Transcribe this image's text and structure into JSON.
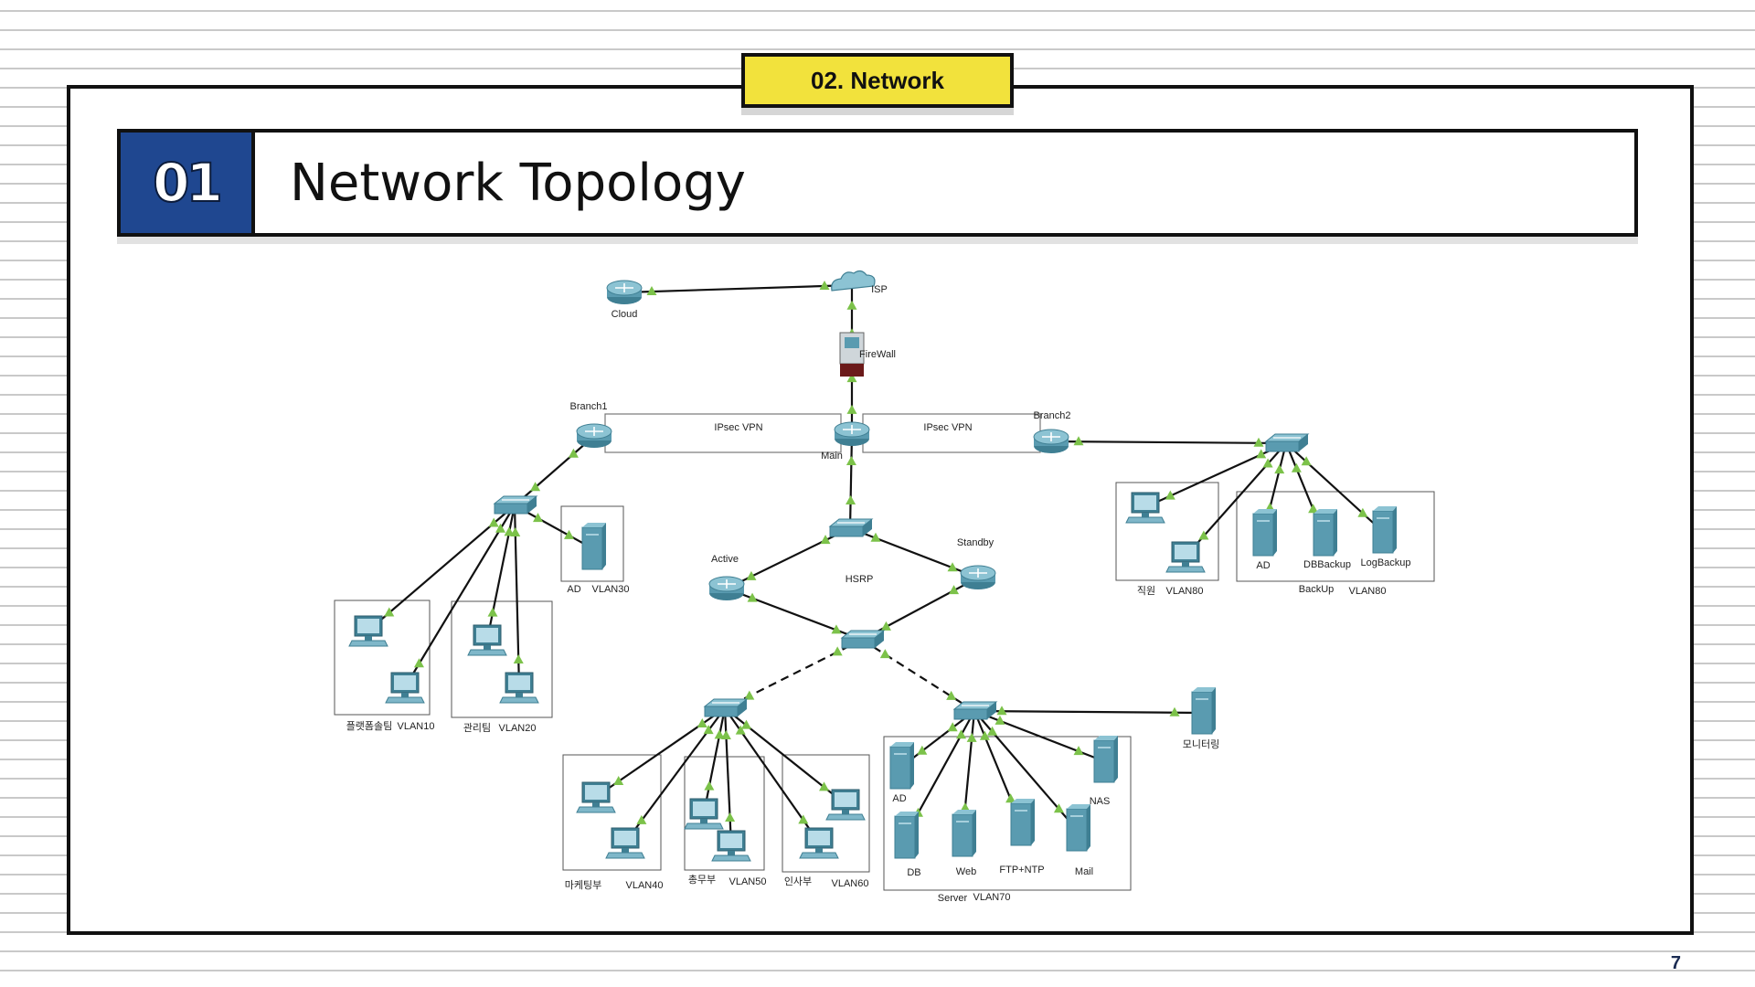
{
  "section_tag": "02. Network",
  "title": {
    "number": "01",
    "text": "Network Topology"
  },
  "page_number": "7",
  "colors": {
    "tag_yellow": "#f2e23c",
    "title_blue": "#1f4790",
    "device_teal": "#5a9bb0",
    "link_arrow_green": "#7cc24a",
    "firewall_maroon": "#6b1a1a"
  },
  "diagram": {
    "nodes": [
      {
        "id": "cloud",
        "type": "router",
        "label": "Cloud"
      },
      {
        "id": "isp",
        "type": "cloud",
        "label": "ISP"
      },
      {
        "id": "firewall",
        "type": "firewall",
        "label": "FireWall"
      },
      {
        "id": "main",
        "type": "router",
        "label": "Main"
      },
      {
        "id": "branch1",
        "type": "router",
        "label": "Branch1"
      },
      {
        "id": "branch2",
        "type": "router",
        "label": "Branch2"
      },
      {
        "id": "sw_b1",
        "type": "switch",
        "label": ""
      },
      {
        "id": "sw_b2",
        "type": "switch",
        "label": ""
      },
      {
        "id": "sw_main",
        "type": "switch",
        "label": ""
      },
      {
        "id": "active",
        "type": "router",
        "label": "Active"
      },
      {
        "id": "standby",
        "type": "router",
        "label": "Standby"
      },
      {
        "id": "sw_core",
        "type": "switch",
        "label": ""
      },
      {
        "id": "sw_left",
        "type": "switch",
        "label": ""
      },
      {
        "id": "sw_server",
        "type": "switch",
        "label": ""
      },
      {
        "id": "pc_v10a",
        "type": "pc",
        "label": ""
      },
      {
        "id": "pc_v10b",
        "type": "pc",
        "label": ""
      },
      {
        "id": "pc_v20a",
        "type": "pc",
        "label": ""
      },
      {
        "id": "pc_v20b",
        "type": "pc",
        "label": ""
      },
      {
        "id": "srv_ad1",
        "type": "server",
        "label": ""
      },
      {
        "id": "pc_v80a",
        "type": "pc",
        "label": ""
      },
      {
        "id": "pc_v80b",
        "type": "pc",
        "label": ""
      },
      {
        "id": "srv_ad2",
        "type": "server",
        "label": ""
      },
      {
        "id": "srv_dbbackup",
        "type": "server",
        "label": ""
      },
      {
        "id": "srv_logbackup",
        "type": "server",
        "label": ""
      },
      {
        "id": "pc_v40a",
        "type": "pc",
        "label": ""
      },
      {
        "id": "pc_v40b",
        "type": "pc",
        "label": ""
      },
      {
        "id": "pc_v50a",
        "type": "pc",
        "label": ""
      },
      {
        "id": "pc_v50b",
        "type": "pc",
        "label": ""
      },
      {
        "id": "pc_v60a",
        "type": "pc",
        "label": ""
      },
      {
        "id": "pc_v60b",
        "type": "pc",
        "label": ""
      },
      {
        "id": "srv_ad3",
        "type": "server",
        "label": ""
      },
      {
        "id": "srv_db",
        "type": "server",
        "label": ""
      },
      {
        "id": "srv_web",
        "type": "server",
        "label": ""
      },
      {
        "id": "srv_ftp",
        "type": "server",
        "label": ""
      },
      {
        "id": "srv_mail",
        "type": "server",
        "label": ""
      },
      {
        "id": "srv_nas",
        "type": "server",
        "label": ""
      },
      {
        "id": "srv_monitor",
        "type": "server",
        "label": "모니터링"
      }
    ],
    "links": [
      {
        "from": "cloud",
        "to": "isp",
        "style": "solid"
      },
      {
        "from": "isp",
        "to": "firewall",
        "style": "solid"
      },
      {
        "from": "firewall",
        "to": "main",
        "style": "solid"
      },
      {
        "from": "main",
        "to": "branch1",
        "style": "vpn"
      },
      {
        "from": "main",
        "to": "branch2",
        "style": "vpn"
      },
      {
        "from": "main",
        "to": "sw_main",
        "style": "solid"
      },
      {
        "from": "branch1",
        "to": "sw_b1",
        "style": "solid"
      },
      {
        "from": "branch2",
        "to": "sw_b2",
        "style": "solid"
      },
      {
        "from": "sw_main",
        "to": "active",
        "style": "solid"
      },
      {
        "from": "sw_main",
        "to": "standby",
        "style": "solid"
      },
      {
        "from": "active",
        "to": "sw_core",
        "style": "solid"
      },
      {
        "from": "standby",
        "to": "sw_core",
        "style": "solid"
      },
      {
        "from": "sw_core",
        "to": "sw_left",
        "style": "dashed"
      },
      {
        "from": "sw_core",
        "to": "sw_server",
        "style": "dashed"
      },
      {
        "from": "sw_b1",
        "to": "pc_v10a",
        "style": "solid"
      },
      {
        "from": "sw_b1",
        "to": "pc_v10b",
        "style": "solid"
      },
      {
        "from": "sw_b1",
        "to": "pc_v20a",
        "style": "solid"
      },
      {
        "from": "sw_b1",
        "to": "pc_v20b",
        "style": "solid"
      },
      {
        "from": "sw_b1",
        "to": "srv_ad1",
        "style": "solid"
      },
      {
        "from": "sw_b2",
        "to": "pc_v80a",
        "style": "solid"
      },
      {
        "from": "sw_b2",
        "to": "pc_v80b",
        "style": "solid"
      },
      {
        "from": "sw_b2",
        "to": "srv_ad2",
        "style": "solid"
      },
      {
        "from": "sw_b2",
        "to": "srv_dbbackup",
        "style": "solid"
      },
      {
        "from": "sw_b2",
        "to": "srv_logbackup",
        "style": "solid"
      },
      {
        "from": "sw_left",
        "to": "pc_v40a",
        "style": "solid"
      },
      {
        "from": "sw_left",
        "to": "pc_v40b",
        "style": "solid"
      },
      {
        "from": "sw_left",
        "to": "pc_v50a",
        "style": "solid"
      },
      {
        "from": "sw_left",
        "to": "pc_v50b",
        "style": "solid"
      },
      {
        "from": "sw_left",
        "to": "pc_v60a",
        "style": "solid"
      },
      {
        "from": "sw_left",
        "to": "pc_v60b",
        "style": "solid"
      },
      {
        "from": "sw_server",
        "to": "srv_ad3",
        "style": "solid"
      },
      {
        "from": "sw_server",
        "to": "srv_db",
        "style": "solid"
      },
      {
        "from": "sw_server",
        "to": "srv_web",
        "style": "solid"
      },
      {
        "from": "sw_server",
        "to": "srv_ftp",
        "style": "solid"
      },
      {
        "from": "sw_server",
        "to": "srv_mail",
        "style": "solid"
      },
      {
        "from": "sw_server",
        "to": "srv_nas",
        "style": "solid"
      },
      {
        "from": "sw_server",
        "to": "srv_monitor",
        "style": "solid"
      }
    ],
    "boxes": [
      {
        "id": "vlan10",
        "labels": [
          "플랫폼솔팀",
          "VLAN10"
        ]
      },
      {
        "id": "vlan20",
        "labels": [
          "관리팀",
          "VLAN20"
        ]
      },
      {
        "id": "vlan30",
        "labels": [
          "AD",
          "VLAN30"
        ]
      },
      {
        "id": "vlan80a",
        "labels": [
          "직원",
          "VLAN80"
        ]
      },
      {
        "id": "vlan80b",
        "labels": [
          "BackUp",
          "VLAN80"
        ]
      },
      {
        "id": "vlan40",
        "labels": [
          "마케팅부",
          "VLAN40"
        ]
      },
      {
        "id": "vlan50",
        "labels": [
          "총무부",
          "VLAN50"
        ]
      },
      {
        "id": "vlan60",
        "labels": [
          "인사부",
          "VLAN60"
        ]
      },
      {
        "id": "vlan70",
        "labels": [
          "Server",
          "VLAN70"
        ]
      }
    ],
    "text_labels": {
      "ipsec_left": "IPsec VPN",
      "ipsec_right": "IPsec VPN",
      "hsrp": "HSRP",
      "ad_b2": "AD",
      "dbbackup": "DBBackup",
      "logbackup": "LogBackup",
      "ad_srv": "AD",
      "nas": "NAS",
      "db": "DB",
      "web": "Web",
      "ftp": "FTP+NTP",
      "mail": "Mail"
    }
  }
}
